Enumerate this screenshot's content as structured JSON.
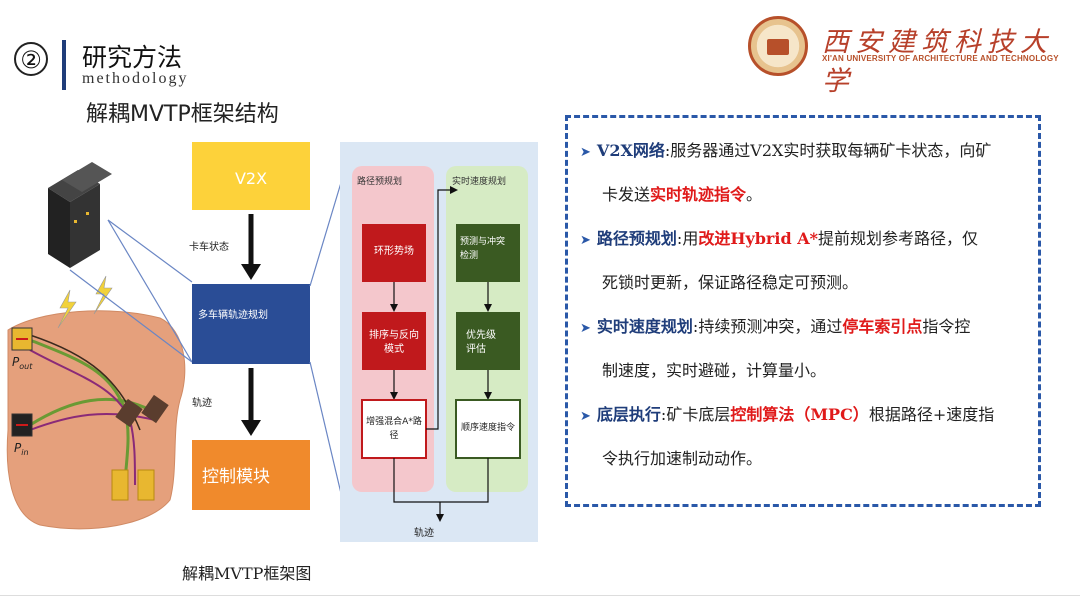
{
  "header": {
    "section_number": "②",
    "section_title": "研究方法",
    "section_subtitle": "methodology",
    "slide_heading": "解耦MVTP框架结构"
  },
  "logo": {
    "name_cn": "西安建筑科技大学",
    "name_en": "XI'AN UNIVERSITY OF ARCHITECTURE AND TECHNOLOGY"
  },
  "figure": {
    "caption": "解耦MVTP框架图",
    "pout_label": "P",
    "pout_sub": "out",
    "pin_label": "P",
    "pin_sub": "in",
    "v2x": "V2X",
    "truck_state": "卡车状态",
    "multi_vehicle": "多车辆轨迹规划",
    "trajectory_left": "轨迹",
    "control": "控制模块",
    "path_panel": "路径预规划",
    "speed_panel": "实时速度规划",
    "ring_field": "环形势场",
    "sort_reverse_1": "排序与反向",
    "sort_reverse_2": "模式",
    "hybrid_1": "增强混合A*路",
    "hybrid_2": "径",
    "predict_1": "预测与冲突",
    "predict_2": "检测",
    "priority_1": "优先级",
    "priority_2": "评估",
    "speed_cmd": "顺序速度指令",
    "trajectory_bottom": "轨迹",
    "colors": {
      "v2x": "#fdd23a",
      "multi": "#2a4d96",
      "control": "#f08a2c",
      "panel_bg": "#dbe7f4",
      "path_panel": "#f4c7cc",
      "speed_panel": "#d6ebc4",
      "path_box": "#c0191c",
      "speed_box": "#3a5a22",
      "terrain": "#e5a07c"
    }
  },
  "info": {
    "items": [
      {
        "head": "V2X网络",
        "line1": ":服务器通过V2X实时获取每辆矿卡状态，向矿",
        "line2a": "卡发送",
        "highlight": "实时轨迹指令",
        "line2b": "。"
      },
      {
        "head": "路径预规划",
        "line1a": ":用",
        "highlight": "改进Hybrid A*",
        "line1b": "提前规划参考路径，仅",
        "line2": "死锁时更新，保证路径稳定可预测。"
      },
      {
        "head": "实时速度规划",
        "line1a": ":持续预测冲突，通过",
        "highlight": "停车索引点",
        "line1b": "指令控",
        "line2": "制速度，实时避碰，计算量小。"
      },
      {
        "head": "底层执行",
        "line1a": ":矿卡底层",
        "highlight": "控制算法（MPC）",
        "line1b": "根据路径+速度指",
        "line2": "令执行加速制动动作。"
      }
    ]
  }
}
